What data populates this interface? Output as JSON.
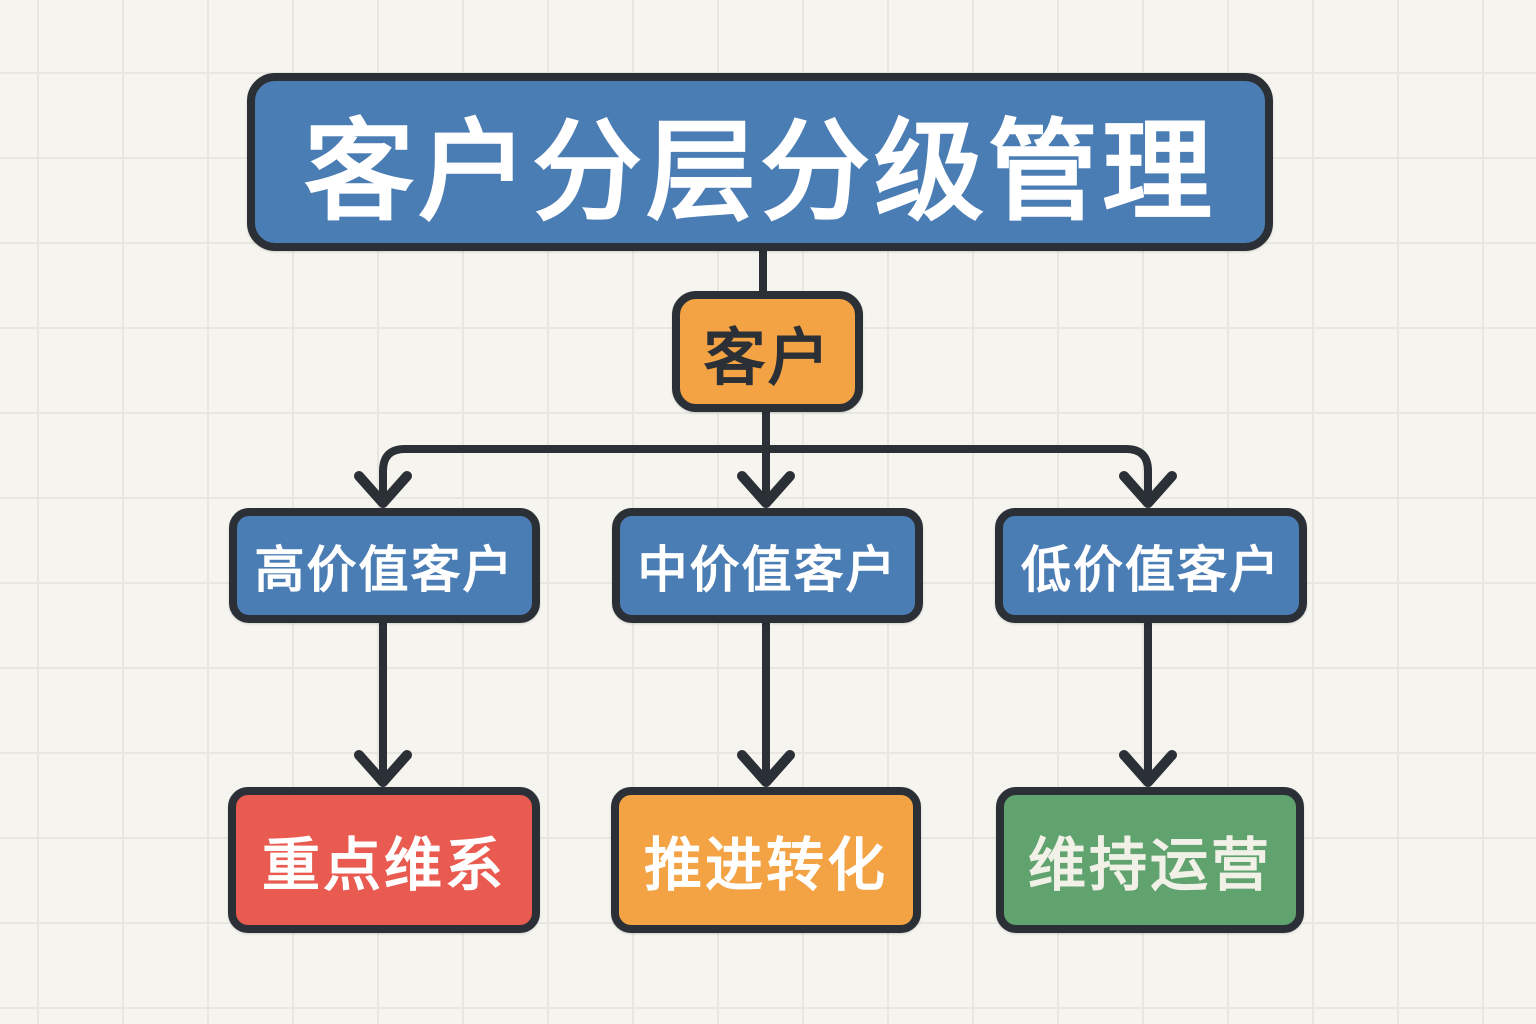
{
  "colors": {
    "background": "#f5f4ee",
    "grid_line": "#e7e6e0",
    "line": "#2b3036",
    "blue": "#4b7db5",
    "orange": "#f3a244",
    "red": "#e95a50",
    "green": "#61a36f",
    "white_text": "#ffffff",
    "cream_text": "#f2f1e8",
    "dark_text": "#2b3036"
  },
  "diagram": {
    "title": {
      "label": "客户分层分级管理",
      "bg": "#4b7db5",
      "fg": "#ffffff"
    },
    "customer": {
      "label": "客户",
      "bg": "#f3a244",
      "fg": "#2b3036"
    },
    "tiers": [
      {
        "label": "高价值客户",
        "bg": "#4b7db5",
        "fg": "#ffffff"
      },
      {
        "label": "中价值客户",
        "bg": "#4b7db5",
        "fg": "#ffffff"
      },
      {
        "label": "低价值客户",
        "bg": "#4b7db5",
        "fg": "#ffffff"
      }
    ],
    "actions": [
      {
        "label": "重点维系",
        "bg": "#e95a50",
        "fg": "#ffffff"
      },
      {
        "label": "推进转化",
        "bg": "#f3a244",
        "fg": "#ffffff"
      },
      {
        "label": "维持运营",
        "bg": "#61a36f",
        "fg": "#f2f1e8"
      }
    ],
    "edges": [
      {
        "from": "客户分层分级管理",
        "to": "客户"
      },
      {
        "from": "客户",
        "to": "高价值客户"
      },
      {
        "from": "客户",
        "to": "中价值客户"
      },
      {
        "from": "客户",
        "to": "低价值客户"
      },
      {
        "from": "高价值客户",
        "to": "重点维系"
      },
      {
        "from": "中价值客户",
        "to": "推进转化"
      },
      {
        "from": "低价值客户",
        "to": "维持运营"
      }
    ]
  }
}
